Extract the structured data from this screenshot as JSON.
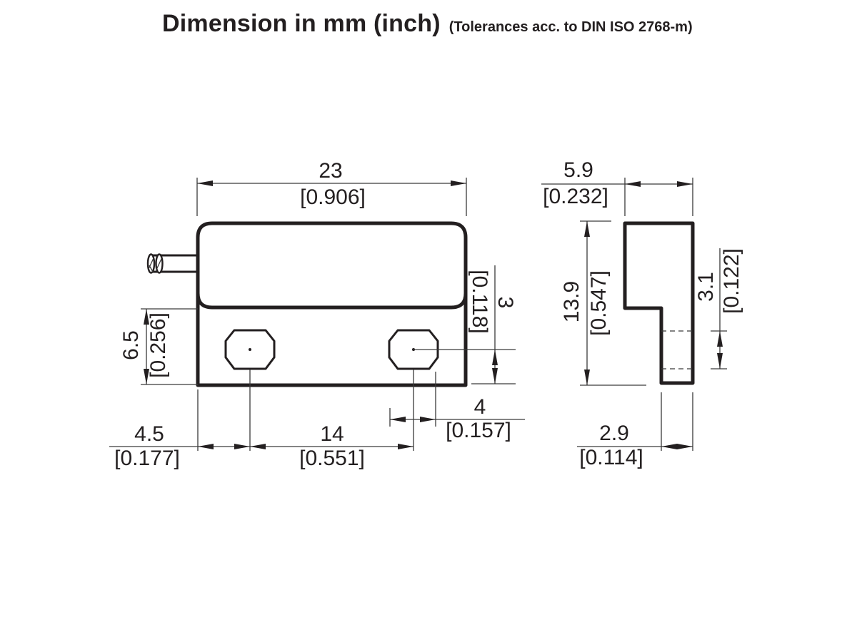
{
  "title": {
    "main": "Dimension in mm (inch)",
    "tolerance_note": "(Tolerances acc. to DIN ISO 2768-m)"
  },
  "colors": {
    "line": "#231f20",
    "background": "#ffffff"
  },
  "front_view": {
    "dimensions": {
      "body_width": {
        "mm": "23",
        "inch": "[0.906]"
      },
      "flange_height": {
        "mm": "6.5",
        "inch": "[0.256]"
      },
      "hole_center_to_bottom": {
        "mm": "3",
        "inch": "[0.118]"
      },
      "hole_width": {
        "mm": "4",
        "inch": "[0.157]"
      },
      "edge_to_hole_center": {
        "mm": "4.5",
        "inch": "[0.177]"
      },
      "hole_spacing": {
        "mm": "14",
        "inch": "[0.551]"
      }
    }
  },
  "side_view": {
    "dimensions": {
      "depth": {
        "mm": "5.9",
        "inch": "[0.232]"
      },
      "height": {
        "mm": "13.9",
        "inch": "[0.547]"
      },
      "hidden_hole_offset": {
        "mm": "3.1",
        "inch": "[0.122]"
      },
      "foot_depth": {
        "mm": "2.9",
        "inch": "[0.114]"
      }
    }
  }
}
